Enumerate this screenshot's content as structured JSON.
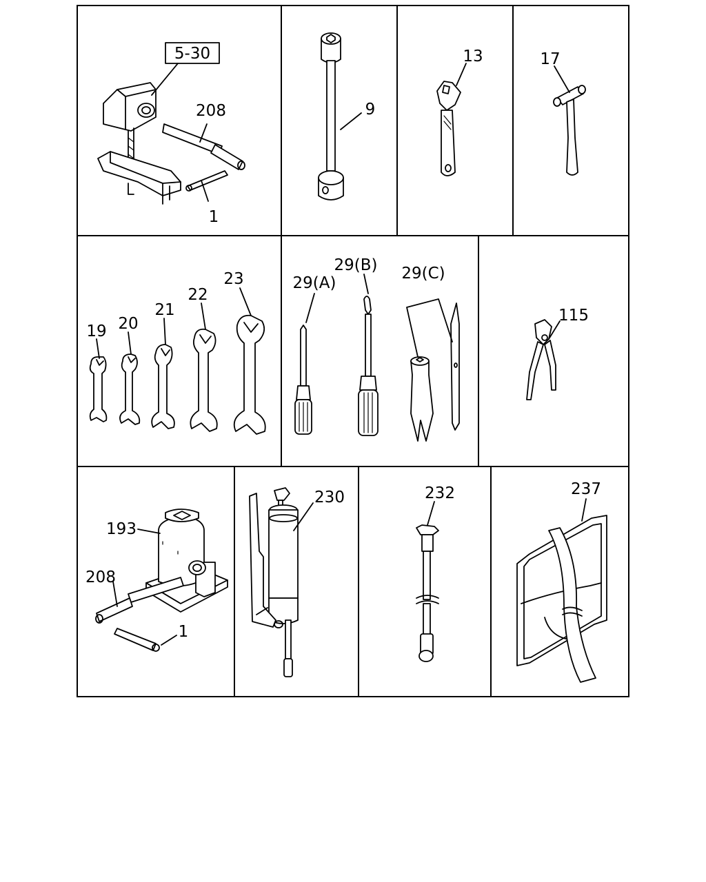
{
  "panels": [
    {
      "id": "jack-handle-assembly",
      "labels": [
        "5-30",
        "208",
        "1"
      ]
    },
    {
      "id": "wheel-nut-wrench",
      "labels": [
        "9"
      ]
    },
    {
      "id": "adjustable-wrench",
      "labels": [
        "13"
      ]
    },
    {
      "id": "hammer",
      "labels": [
        "17"
      ]
    },
    {
      "id": "open-end-wrenches",
      "labels": [
        "19",
        "20",
        "21",
        "22",
        "23"
      ]
    },
    {
      "id": "screwdrivers",
      "labels": [
        "29(A)",
        "29(B)",
        "29(C)"
      ]
    },
    {
      "id": "pliers",
      "labels": [
        "115"
      ]
    },
    {
      "id": "bottle-jack",
      "labels": [
        "193",
        "208",
        "1"
      ]
    },
    {
      "id": "grease-gun",
      "labels": [
        "230"
      ]
    },
    {
      "id": "grease-hose",
      "labels": [
        "232"
      ]
    },
    {
      "id": "tool-bag",
      "labels": [
        "237"
      ]
    }
  ]
}
